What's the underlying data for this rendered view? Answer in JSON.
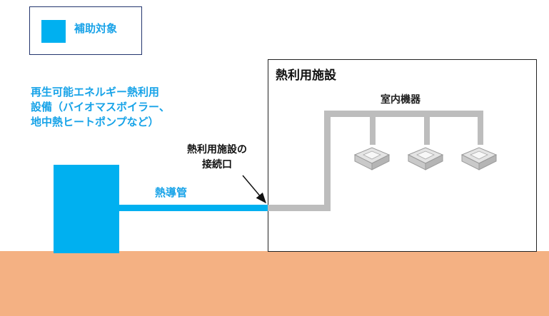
{
  "legend": {
    "label": "補助対象"
  },
  "equipment": {
    "label": "再生可能エネルギー熱利用\n設備（バイオマスボイラー、\n地中熱ヒートポンプなど）"
  },
  "building": {
    "title": "熱利用施設",
    "indoor_label": "室内機器"
  },
  "pipe": {
    "label": "熱導管"
  },
  "connection": {
    "label": "熱利用施設の\n接続口"
  },
  "colors": {
    "subsidy_blue": "#00b0f0",
    "text_blue": "#17a3e8",
    "ground": "#f4b183",
    "pipe_gray": "#bdbdbd"
  }
}
